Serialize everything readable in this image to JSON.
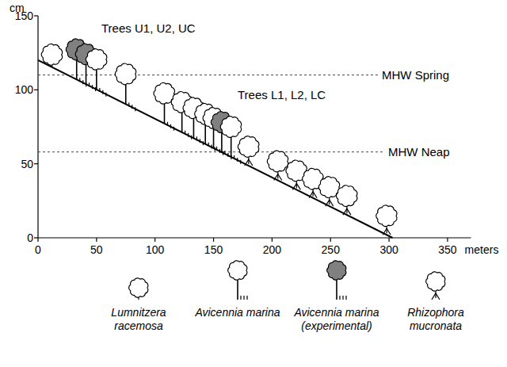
{
  "diagram": {
    "labels": [
      "cm",
      "150",
      "100",
      "50",
      "0",
      "0",
      "50",
      "100",
      "150",
      "200",
      "250",
      "300",
      "350",
      "meters",
      "MHW Spring",
      "MHW Neap",
      "Trees U1, U2, UC",
      "Trees L1, L2, LC"
    ],
    "legend": [
      {
        "text": "Lumnitzera racemosa"
      },
      {
        "text": "Avicennia marina"
      },
      {
        "text": "Avicennia marina (experimental)"
      },
      {
        "text": "Rhizophora mucronata"
      }
    ]
  }
}
